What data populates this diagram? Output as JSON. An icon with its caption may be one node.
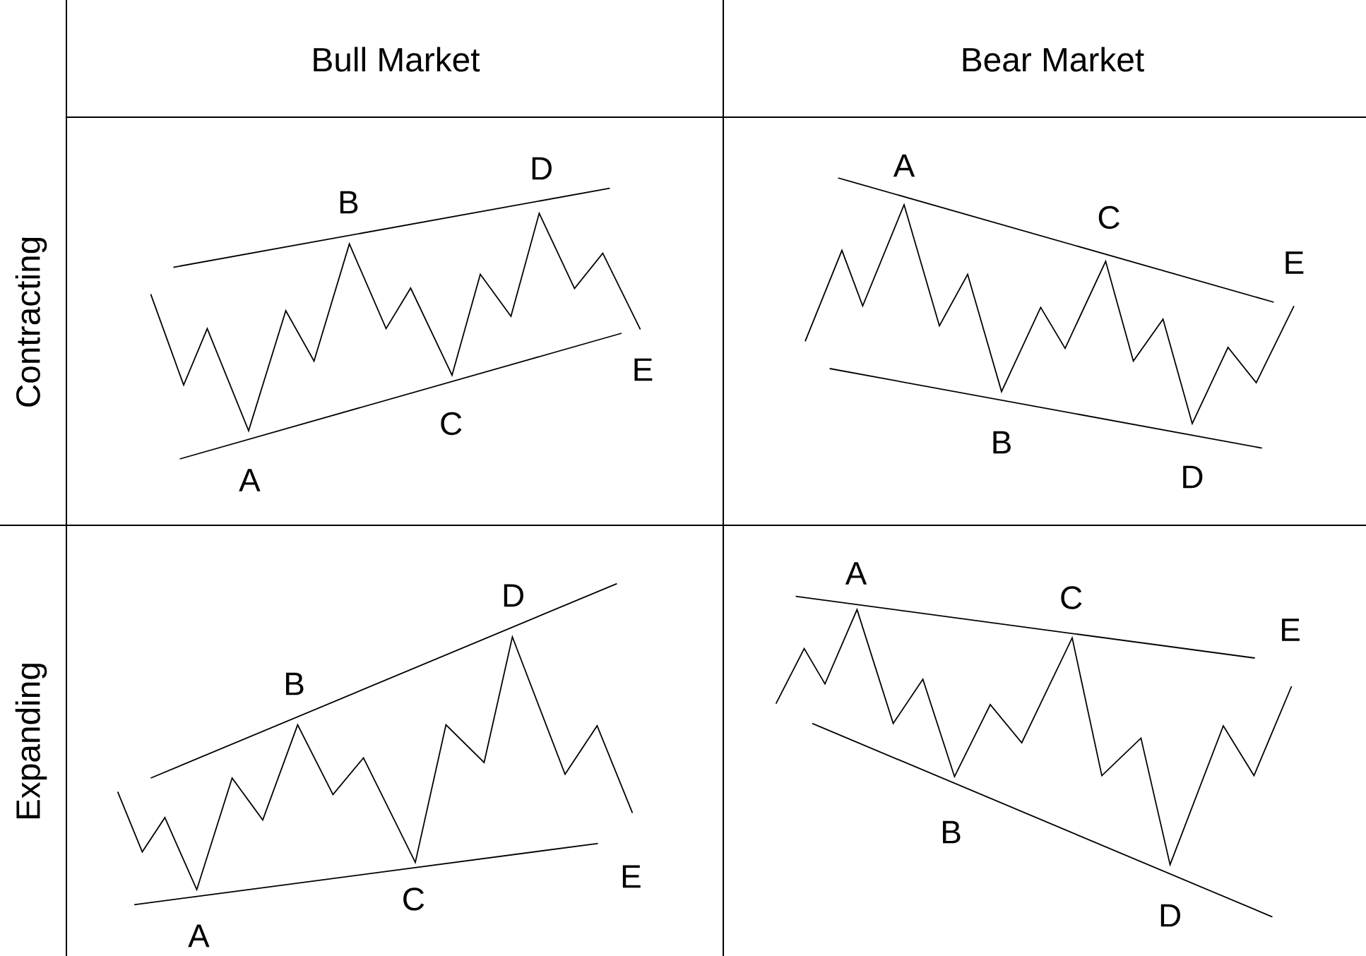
{
  "diagram": {
    "labels": [
      "Bull Market",
      "Bear Market",
      "Contracting",
      "A",
      "B",
      "C",
      "D",
      "E",
      "A",
      "B",
      "C",
      "D",
      "E",
      "Expanding",
      "A",
      "B",
      "C",
      "D",
      "E",
      "A",
      "B",
      "C",
      "D",
      "E"
    ]
  }
}
